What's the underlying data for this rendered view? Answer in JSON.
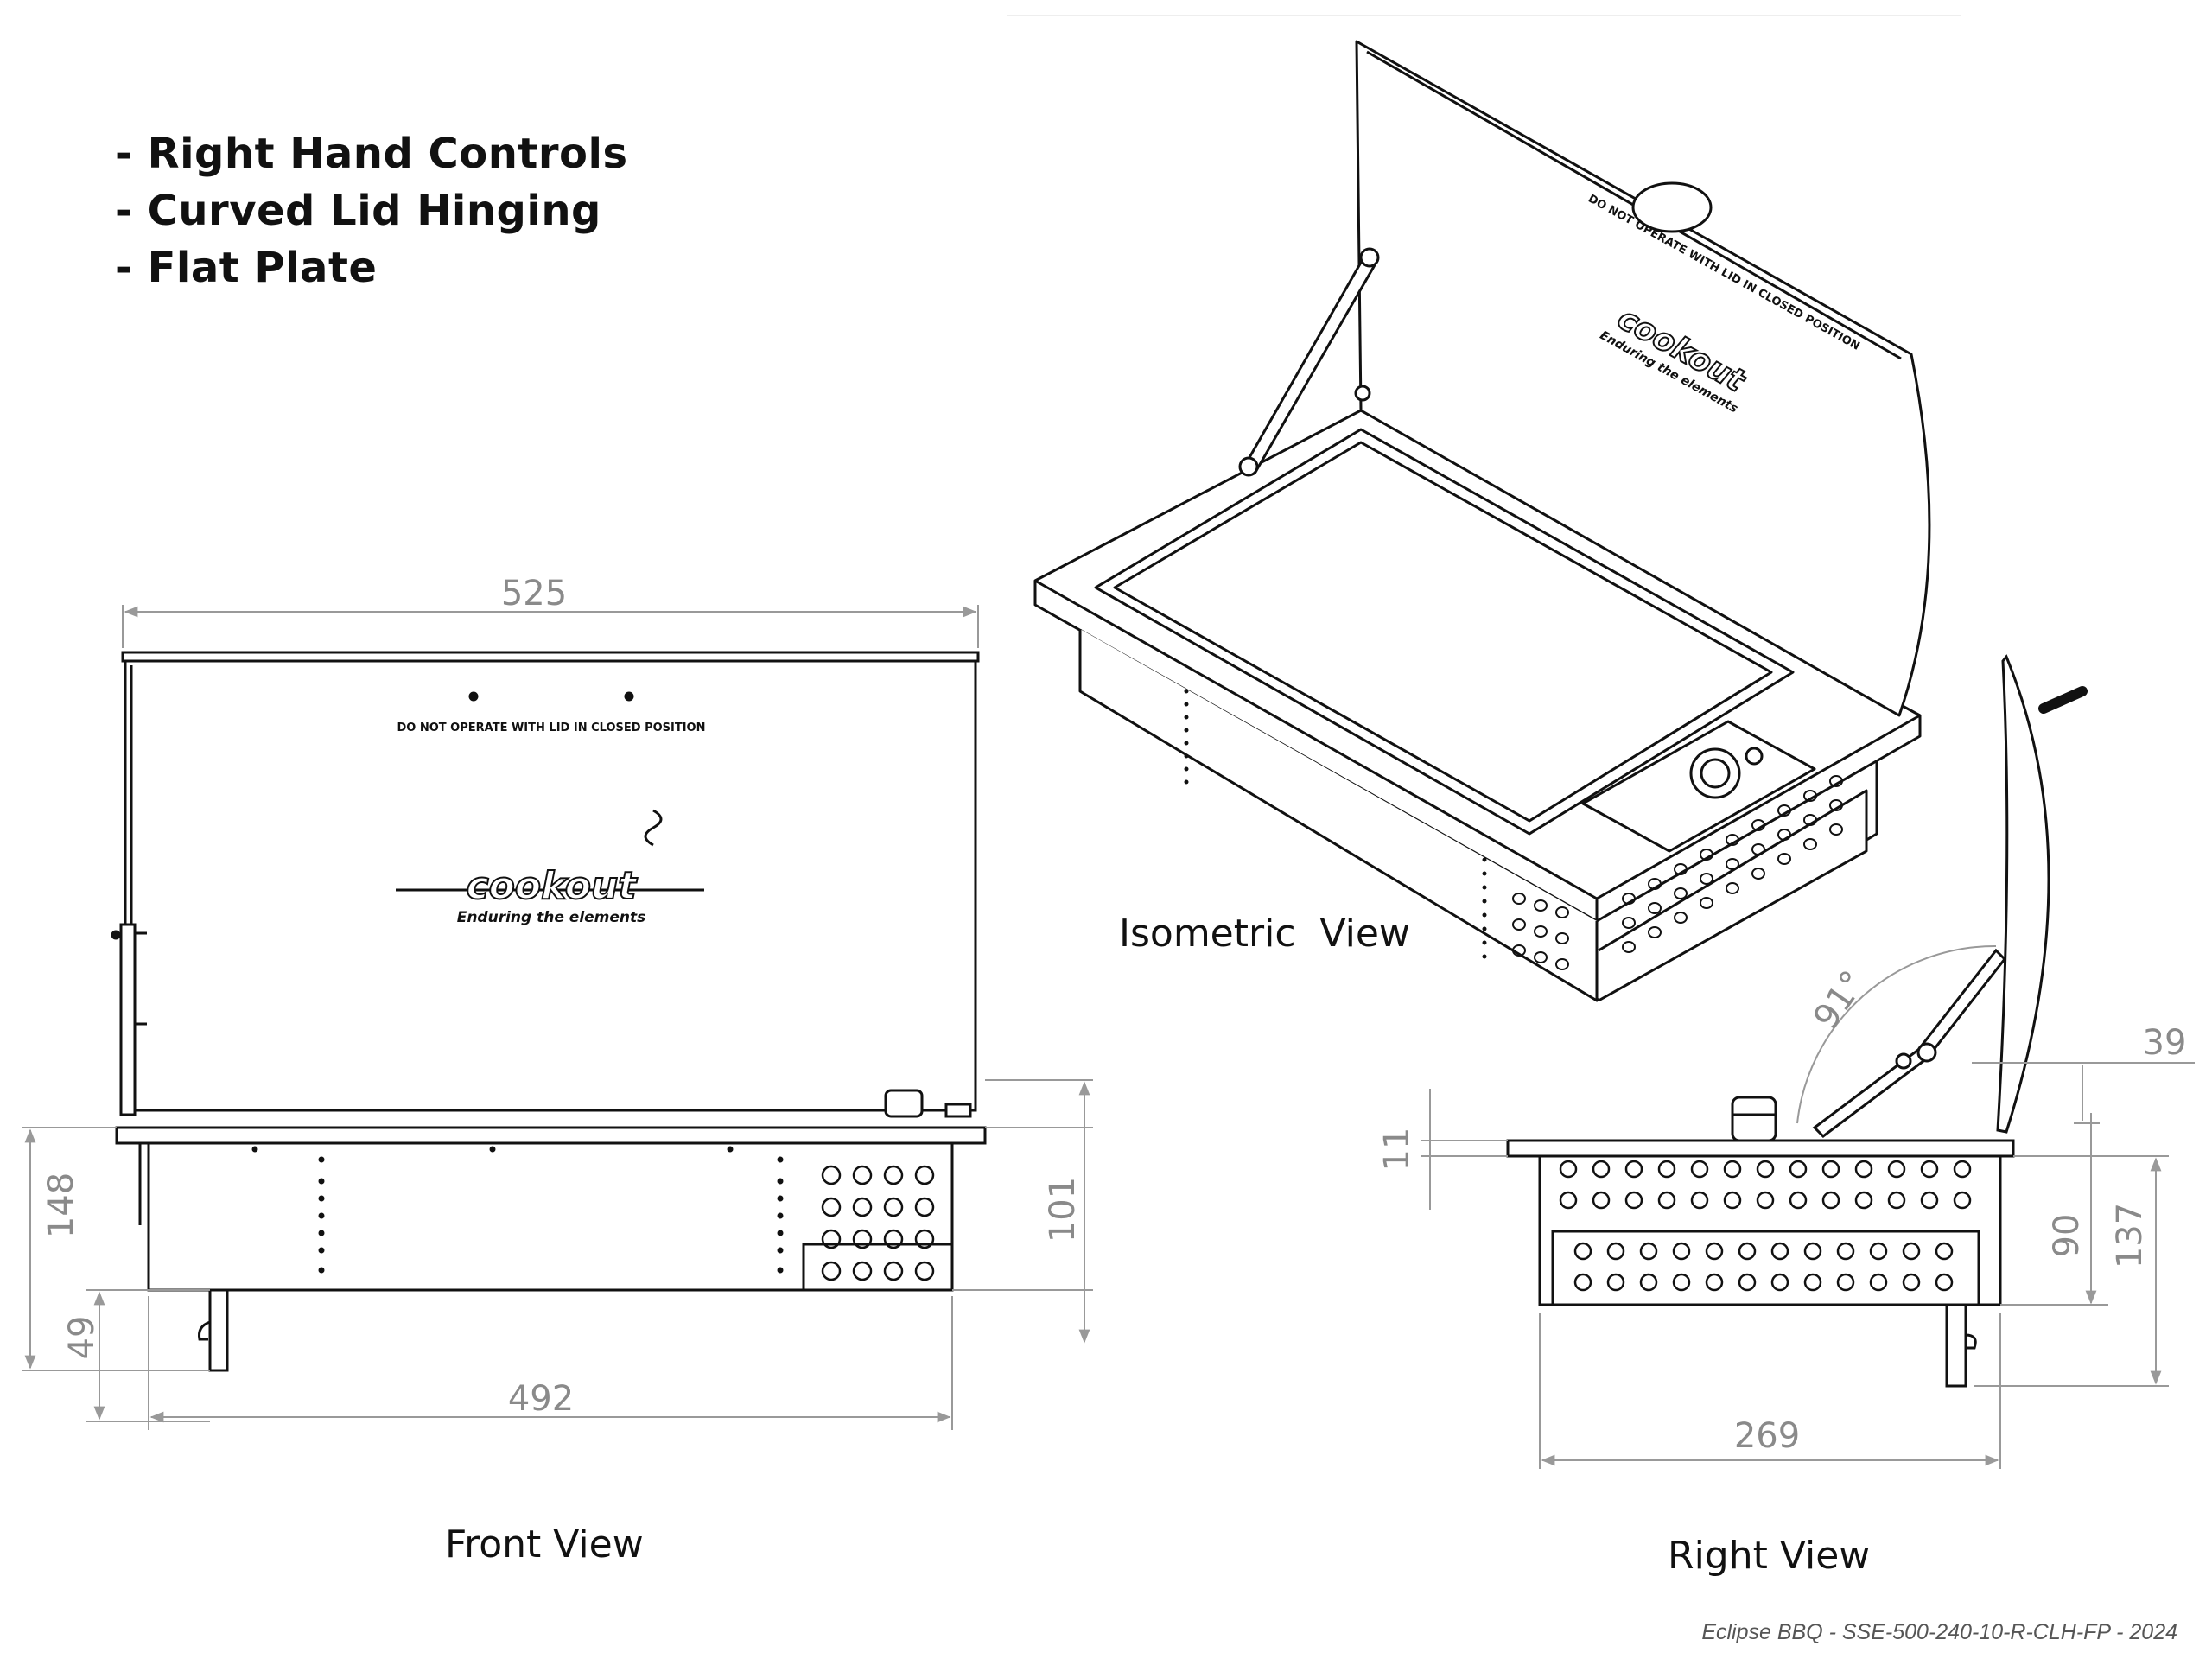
{
  "features": [
    "- Right Hand Controls",
    "- Curved Lid Hinging",
    "- Flat Plate"
  ],
  "views": {
    "front": "Front View",
    "isometric": "Isometric  View",
    "right": "Right View"
  },
  "lid": {
    "warning": "DO NOT OPERATE WITH LID IN CLOSED POSITION",
    "brand": "cookout",
    "tagline": "Enduring the elements"
  },
  "dimensions": {
    "front_width_top": "525",
    "front_width_bottom": "492",
    "front_height_total": "148",
    "front_leg": "49",
    "front_body": "101",
    "side_depth": "269",
    "side_lid_offset": "39",
    "side_lip": "11",
    "side_body": "90",
    "side_total": "137",
    "lid_angle": "91°"
  },
  "footer": "Eclipse BBQ - SSE-500-240-10-R-CLH-FP - 2024"
}
